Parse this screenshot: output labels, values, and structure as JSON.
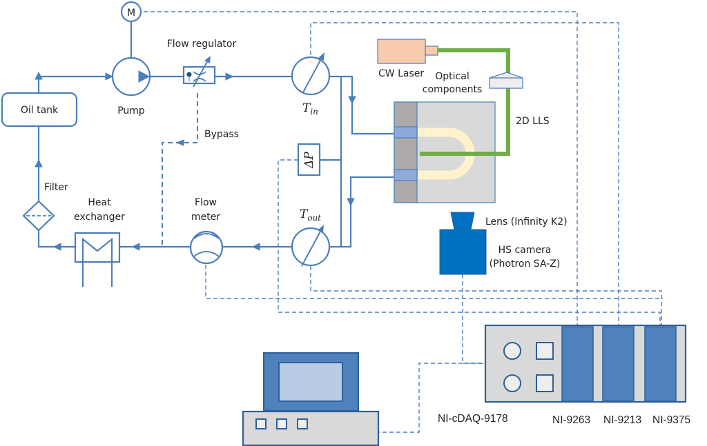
{
  "diagram": {
    "title": "Experimental setup schematic",
    "labels": {
      "motor": "M",
      "flow_regulator": "Flow regulator",
      "pump": "Pump",
      "oil_tank": "Oil tank",
      "bypass": "Bypass",
      "filter": "Filter",
      "heat_exchanger_line1": "Heat",
      "heat_exchanger_line2": "exchanger",
      "flow_meter_line1": "Flow",
      "flow_meter_line2": "meter",
      "t_in_main": "T",
      "t_in_sub": "in",
      "t_out_main": "T",
      "t_out_sub": "out",
      "delta_p": "ΔP",
      "cw_laser": "CW Laser",
      "optical_line1": "Optical",
      "optical_line2": "components",
      "lls": "2D LLS",
      "lens": "Lens (Infinity K2)",
      "camera_line1": "HS camera",
      "camera_line2": "(Photron SA-Z)",
      "cdaq": "NI-cDAQ-9178",
      "module1": "NI-9263",
      "module2": "NI-9213",
      "module3": "NI-9375"
    },
    "colors": {
      "pipe": "#4a7ebb",
      "laser_body": "#f8cbad",
      "laser_beam": "#70ad47",
      "test_section": "#d9d9d9",
      "wall": "#aeaaaa",
      "port": "#8eaadb",
      "channel": "#fff2cc",
      "camera": "#0070c0",
      "daq_module": "#4f81bd",
      "computer_screen": "#b8cce4"
    }
  }
}
